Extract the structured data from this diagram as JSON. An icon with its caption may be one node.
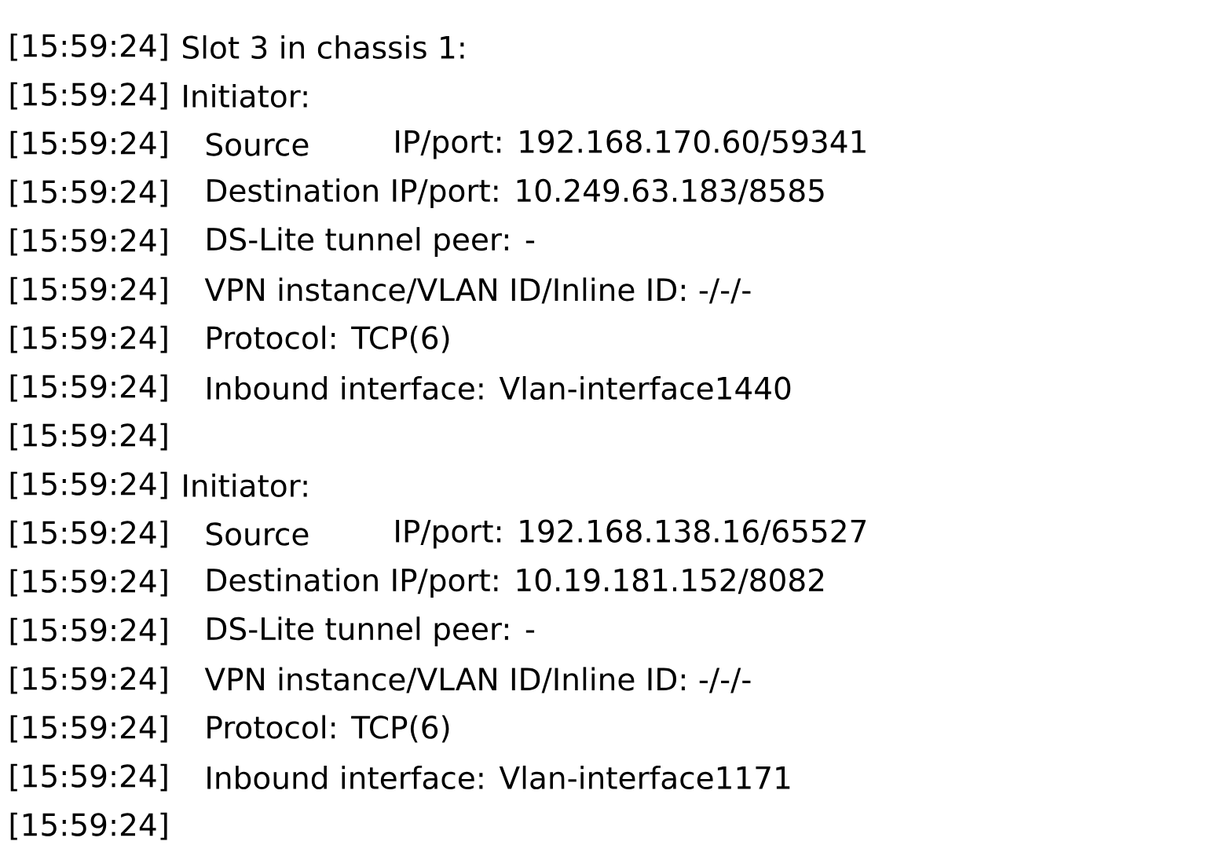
{
  "diagram": {
    "labels": [
      "[15:59:24]",
      "Slot 3 in chassis 1:",
      "[15:59:24]",
      "Initiator:",
      "[15:59:24]",
      "Source",
      "IP/port: 192.168.170.60/59341",
      "[15:59:24]",
      "Destination IP/port: 10.249.63.183/8585",
      "[15:59:24]",
      "DS-Lite tunnel peer: -",
      "[15:59:24]",
      "VPN instance/VLAN ID/Inline ID: -/-/-",
      "[15:59:24]",
      "Protocol: TCP(6)",
      "[15:59:24]",
      "Inbound interface: Vlan-interface1440",
      "[15:59:24]",
      "[15:59:24]",
      "Initiator:",
      "[15:59:24]",
      "Source",
      "IP/port: 192.168.138.16/65527",
      "[15:59:24]",
      "Destination IP/port: 10.19.181.152/8082",
      "[15:59:24]",
      "DS-Lite tunnel peer: -",
      "[15:59:24]",
      "VPN instance/VLAN ID/Inline ID: -/-/-",
      "[15:59:24]",
      "Protocol: TCP(6)",
      "[15:59:24]",
      "Inbound interface: Vlan-interface1171",
      "[15:59:24]"
    ]
  }
}
